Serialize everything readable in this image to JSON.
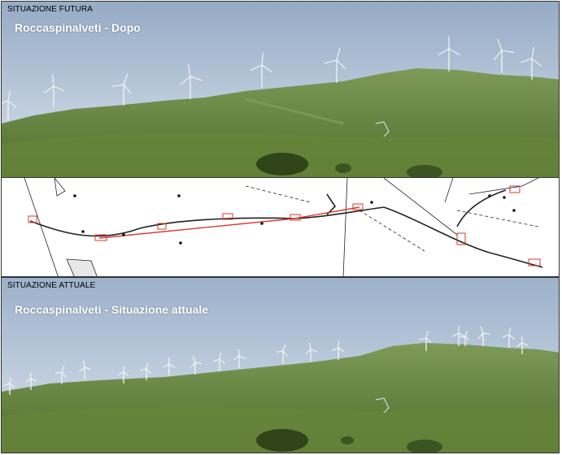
{
  "top_panel": {
    "section_label": "SITUAZIONE FUTURA",
    "photo_title": "Roccaspinalveti - Dopo",
    "turbine_count": 9
  },
  "map_panel": {
    "route_color": "#d63a2c",
    "lines_color": "#222222"
  },
  "bottom_panel": {
    "section_label": "SITUAZIONE ATTUALE",
    "photo_title": "Roccaspinalveti - Situazione attuale",
    "turbine_count": 19
  },
  "colors": {
    "sky_top": "#9fb3cc",
    "sky_bottom": "#d9e2ec",
    "hill_far": "#7c9556",
    "hill_near": "#5d7a33",
    "meadow": "#6f8c3a"
  }
}
